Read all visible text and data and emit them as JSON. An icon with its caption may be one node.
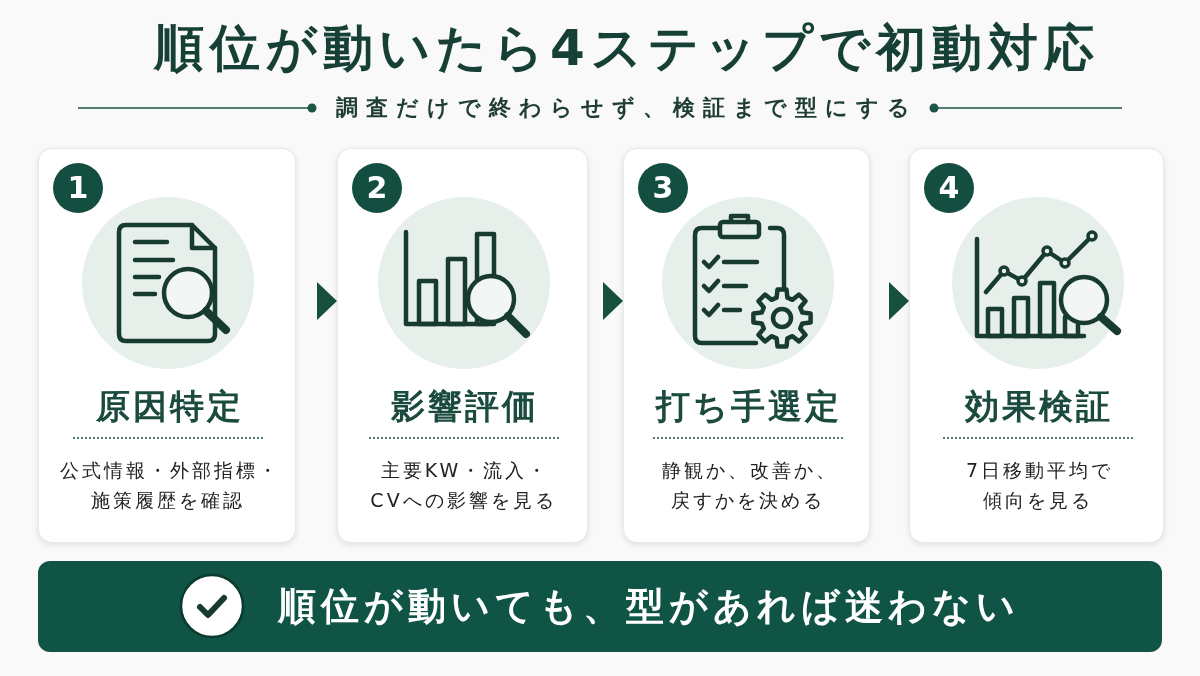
{
  "diagram": {
    "title": "順位が動いたら4ステップで初動対応",
    "nodes": [
      {
        "text": [
          "原因特定",
          "公式情報・外部指標・施策履歴を確認"
        ]
      },
      {
        "text": [
          "1"
        ],
        "in": 0
      },
      {
        "text": [
          "影響評価",
          "主要KW・流入・CVへの影響を見る"
        ]
      },
      {
        "text": [
          "2"
        ],
        "in": 2
      },
      {
        "text": [
          "打ち手選定",
          "静観か、改善か、戻すかを決める"
        ]
      },
      {
        "text": [
          "3"
        ],
        "in": 4
      },
      {
        "text": [
          "効果検証",
          "7日移動平均で傾向を見る"
        ]
      },
      {
        "text": [
          "4"
        ],
        "in": 6
      },
      {
        "text": [
          "順位が動いても、型があれば迷わない"
        ]
      }
    ],
    "edges": [
      {
        "from": 0,
        "to": 2,
        "arrow": "to"
      },
      {
        "from": 2,
        "to": 4,
        "arrow": "to"
      },
      {
        "from": 4,
        "to": 6,
        "arrow": "to"
      }
    ],
    "labels": [
      "調査だけで終わらせず、検証まで型にする"
    ]
  }
}
